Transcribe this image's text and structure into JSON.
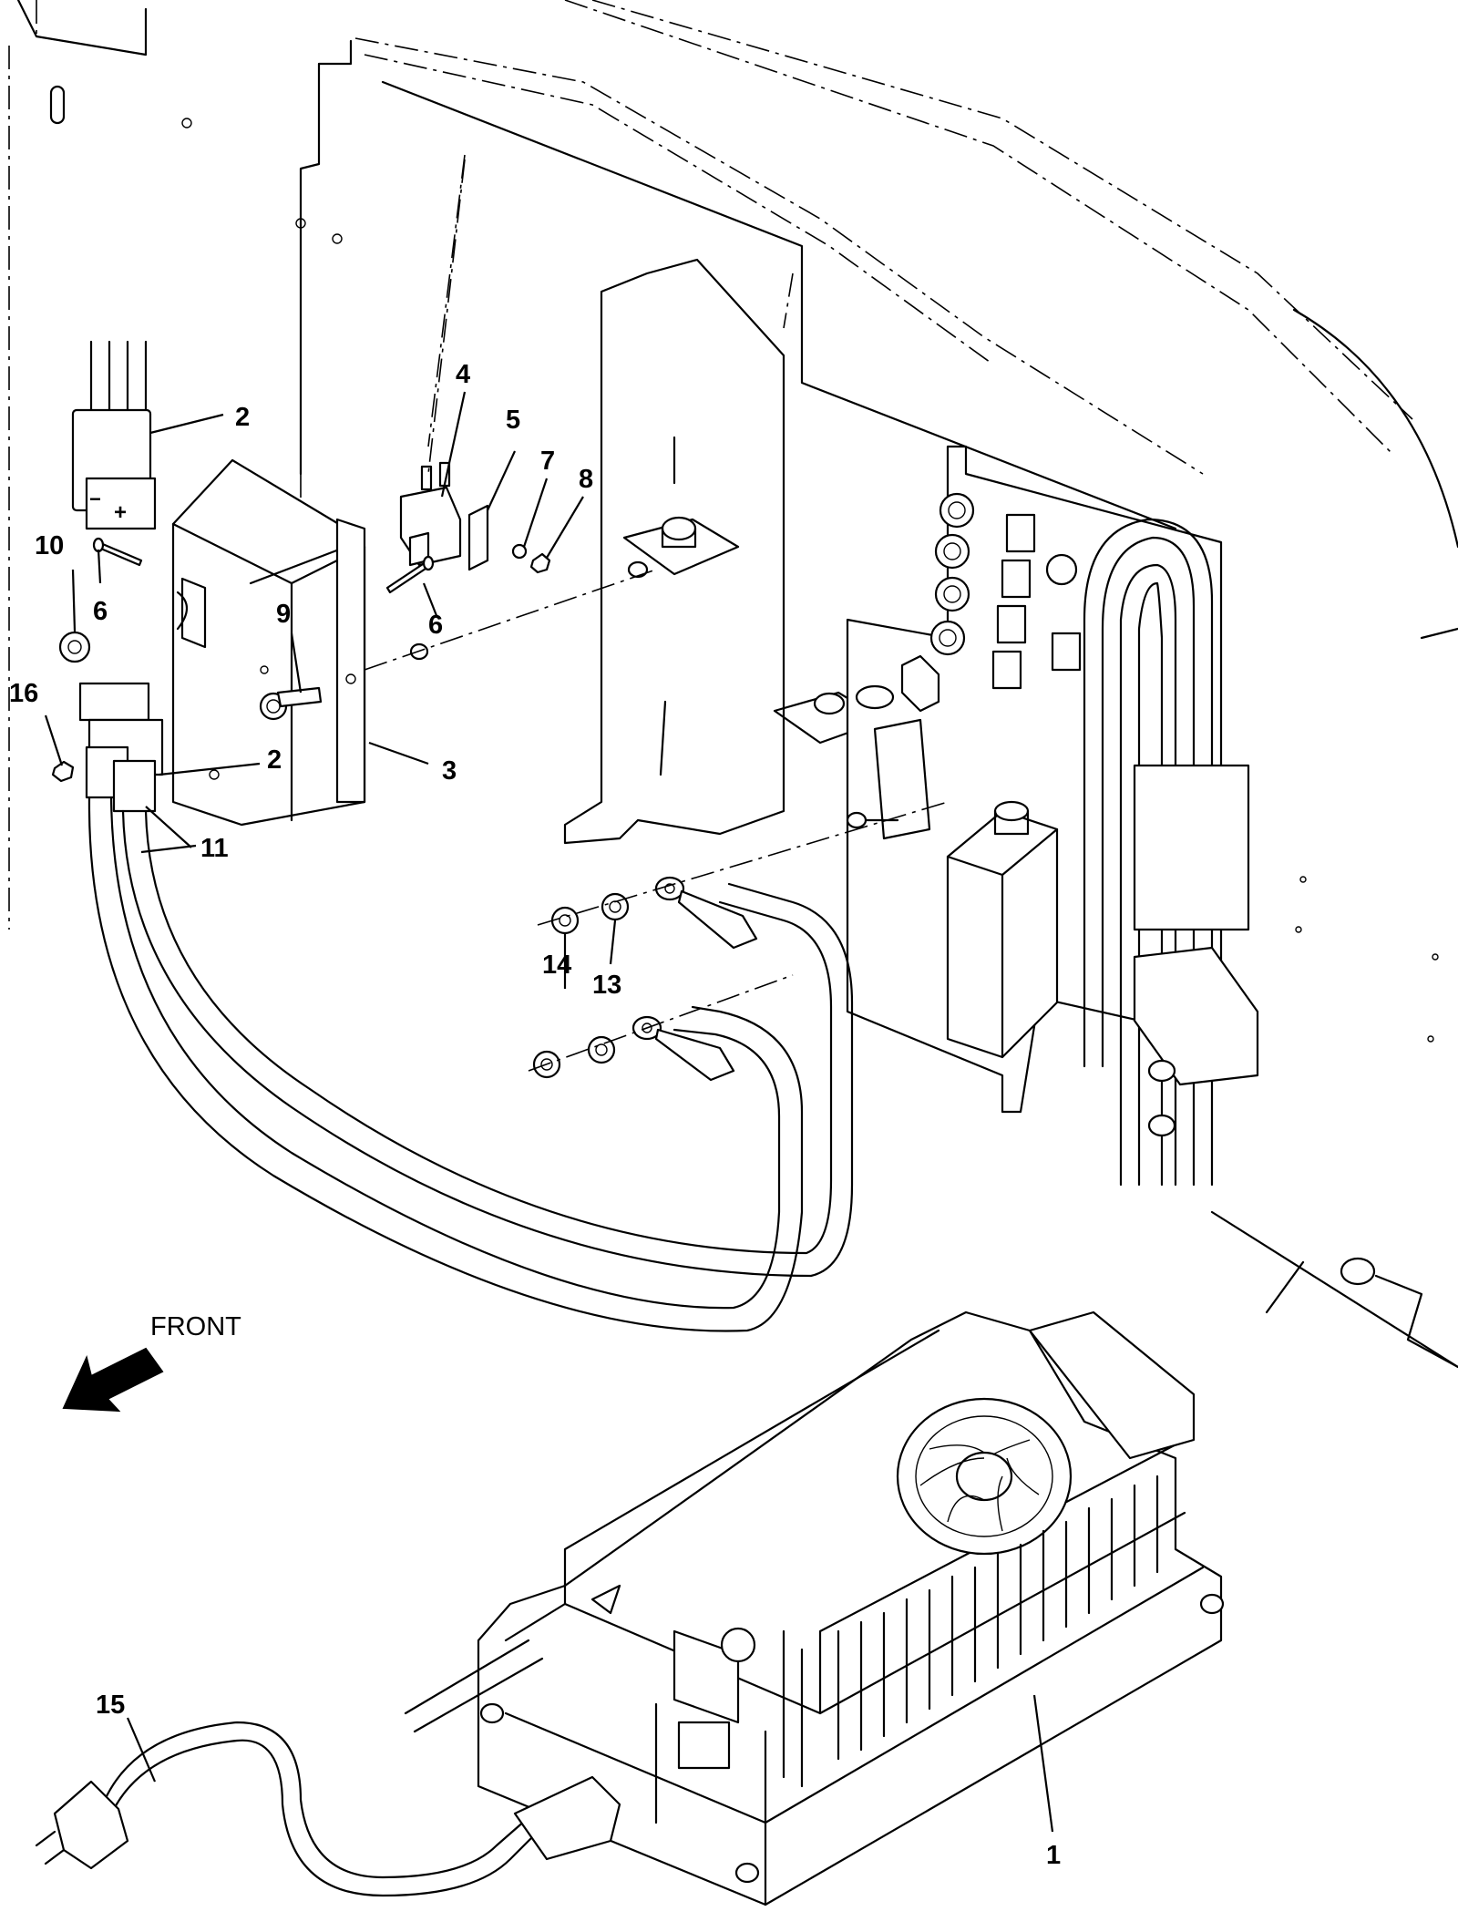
{
  "callouts": {
    "c1": "1",
    "c2a": "2",
    "c2b": "2",
    "c3": "3",
    "c4": "4",
    "c5": "5",
    "c6a": "6",
    "c6b": "6",
    "c7": "7",
    "c8": "8",
    "c9": "9",
    "c10": "10",
    "c11": "11",
    "c13": "13",
    "c14": "14",
    "c15": "15",
    "c16": "16"
  },
  "front_label": "FRONT",
  "charger_marks": {
    "plus": "+",
    "minus": "−"
  }
}
